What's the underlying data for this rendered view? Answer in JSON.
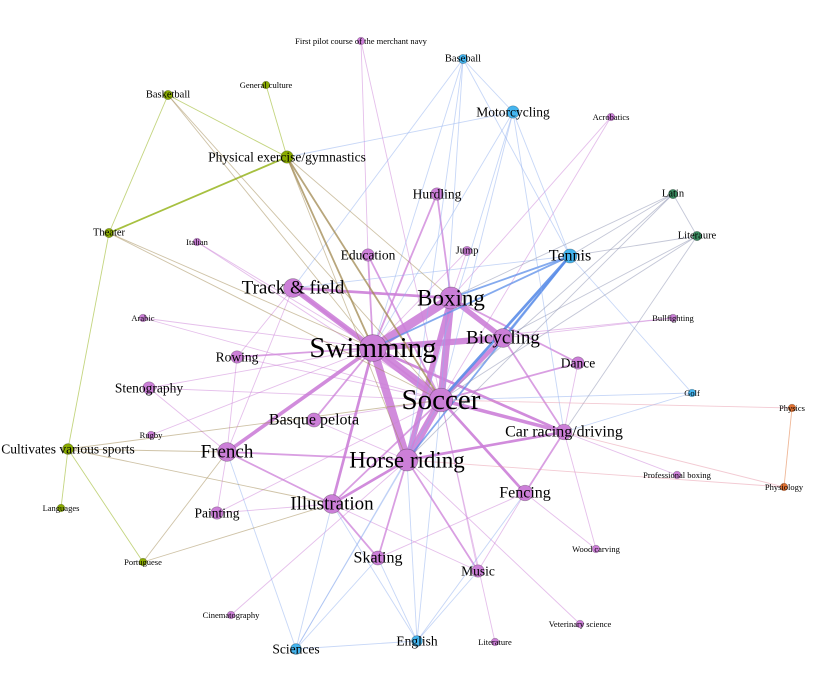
{
  "graph": {
    "groups": {
      "sports": "#cc7fd8",
      "blue": "#45b5ef",
      "olive": "#8aab00",
      "teal": "#3a8a5f",
      "orange": "#e07030"
    },
    "nodes": [
      {
        "id": "pilot",
        "label": "First pilot course of the merchant navy",
        "group": "sports",
        "weight": 1
      },
      {
        "id": "baseball",
        "label": "Baseball",
        "group": "blue",
        "weight": 2
      },
      {
        "id": "genculture",
        "label": "General culture",
        "group": "olive",
        "weight": 1
      },
      {
        "id": "basketball",
        "label": "Basketball",
        "group": "olive",
        "weight": 2
      },
      {
        "id": "motorcycling",
        "label": "Motorcycling",
        "group": "blue",
        "weight": 4
      },
      {
        "id": "acrobatics",
        "label": "Acrobatics",
        "group": "sports",
        "weight": 1
      },
      {
        "id": "physex",
        "label": "Physical exercise/gymnastics",
        "group": "olive",
        "weight": 4
      },
      {
        "id": "hurdling",
        "label": "Hurdling",
        "group": "sports",
        "weight": 4
      },
      {
        "id": "latin",
        "label": "Latin",
        "group": "teal",
        "weight": 2
      },
      {
        "id": "theater",
        "label": "Theater",
        "group": "olive",
        "weight": 2
      },
      {
        "id": "literaure",
        "label": "Literaure",
        "group": "teal",
        "weight": 2
      },
      {
        "id": "italian",
        "label": "Italian",
        "group": "sports",
        "weight": 1
      },
      {
        "id": "education",
        "label": "Education",
        "group": "sports",
        "weight": 4
      },
      {
        "id": "jump",
        "label": "Jump",
        "group": "sports",
        "weight": 2
      },
      {
        "id": "tennis",
        "label": "Tennis",
        "group": "blue",
        "weight": 5
      },
      {
        "id": "track",
        "label": "Track & field",
        "group": "sports",
        "weight": 8
      },
      {
        "id": "boxing",
        "label": "Boxing",
        "group": "sports",
        "weight": 10
      },
      {
        "id": "arabic",
        "label": "Arabic",
        "group": "sports",
        "weight": 1
      },
      {
        "id": "bullfighting",
        "label": "Bullfighting",
        "group": "sports",
        "weight": 1
      },
      {
        "id": "swimming",
        "label": "Swimming",
        "group": "sports",
        "weight": 13
      },
      {
        "id": "bicycling",
        "label": "Bicycling",
        "group": "sports",
        "weight": 8
      },
      {
        "id": "rowing",
        "label": "Rowing",
        "group": "sports",
        "weight": 4
      },
      {
        "id": "dance",
        "label": "Dance",
        "group": "sports",
        "weight": 4
      },
      {
        "id": "stenography",
        "label": "Stenography",
        "group": "sports",
        "weight": 4
      },
      {
        "id": "golf",
        "label": "Golf",
        "group": "blue",
        "weight": 1
      },
      {
        "id": "physics",
        "label": "Physics",
        "group": "orange",
        "weight": 1
      },
      {
        "id": "soccer",
        "label": "Soccer",
        "group": "sports",
        "weight": 11
      },
      {
        "id": "basque",
        "label": "Basque pelota",
        "group": "sports",
        "weight": 5
      },
      {
        "id": "rugby",
        "label": "Rugby",
        "group": "sports",
        "weight": 1
      },
      {
        "id": "carracing",
        "label": "Car racing/driving",
        "group": "sports",
        "weight": 6
      },
      {
        "id": "cultivates",
        "label": "Cultivates various sports",
        "group": "olive",
        "weight": 3
      },
      {
        "id": "french",
        "label": "French",
        "group": "sports",
        "weight": 8
      },
      {
        "id": "horse",
        "label": "Horse riding",
        "group": "sports",
        "weight": 10
      },
      {
        "id": "proboxing",
        "label": "Professional boxing",
        "group": "sports",
        "weight": 1
      },
      {
        "id": "physiology",
        "label": "Physiology",
        "group": "orange",
        "weight": 1
      },
      {
        "id": "illustration",
        "label": "Illustration",
        "group": "sports",
        "weight": 8
      },
      {
        "id": "fencing",
        "label": "Fencing",
        "group": "sports",
        "weight": 6
      },
      {
        "id": "languages",
        "label": "Languages",
        "group": "olive",
        "weight": 1
      },
      {
        "id": "painting",
        "label": "Painting",
        "group": "sports",
        "weight": 4
      },
      {
        "id": "woodcarving",
        "label": "Wood carving",
        "group": "sports",
        "weight": 1
      },
      {
        "id": "skating",
        "label": "Skating",
        "group": "sports",
        "weight": 5
      },
      {
        "id": "portuguese",
        "label": "Portuguese",
        "group": "olive",
        "weight": 1
      },
      {
        "id": "music",
        "label": "Music",
        "group": "sports",
        "weight": 4
      },
      {
        "id": "cinema",
        "label": "Cinematography",
        "group": "sports",
        "weight": 1
      },
      {
        "id": "veterinary",
        "label": "Veterinary science",
        "group": "sports",
        "weight": 1
      },
      {
        "id": "sciences",
        "label": "Sciences",
        "group": "blue",
        "weight": 3
      },
      {
        "id": "english",
        "label": "English",
        "group": "blue",
        "weight": 3
      },
      {
        "id": "literature",
        "label": "Literature",
        "group": "sports",
        "weight": 1
      }
    ],
    "edges": [
      [
        "swimming",
        "boxing",
        10
      ],
      [
        "swimming",
        "soccer",
        10
      ],
      [
        "swimming",
        "horse",
        9
      ],
      [
        "boxing",
        "soccer",
        8
      ],
      [
        "swimming",
        "bicycling",
        7
      ],
      [
        "soccer",
        "horse",
        8
      ],
      [
        "swimming",
        "track",
        6
      ],
      [
        "boxing",
        "bicycling",
        6
      ],
      [
        "soccer",
        "bicycling",
        5
      ],
      [
        "boxing",
        "horse",
        6
      ],
      [
        "swimming",
        "french",
        4
      ],
      [
        "swimming",
        "illustration",
        3
      ],
      [
        "soccer",
        "carracing",
        4
      ],
      [
        "soccer",
        "fencing",
        3
      ],
      [
        "horse",
        "carracing",
        3
      ],
      [
        "swimming",
        "carracing",
        3
      ],
      [
        "track",
        "boxing",
        3
      ],
      [
        "track",
        "soccer",
        2
      ],
      [
        "horse",
        "illustration",
        3
      ],
      [
        "french",
        "horse",
        2
      ],
      [
        "french",
        "illustration",
        2
      ],
      [
        "soccer",
        "illustration",
        2
      ],
      [
        "horse",
        "skating",
        2
      ],
      [
        "horse",
        "music",
        2
      ],
      [
        "soccer",
        "dance",
        2
      ],
      [
        "bicycling",
        "carracing",
        2
      ],
      [
        "boxing",
        "dance",
        2
      ],
      [
        "carracing",
        "fencing",
        2
      ],
      [
        "swimming",
        "rowing",
        2
      ],
      [
        "swimming",
        "basque",
        2
      ],
      [
        "boxing",
        "hurdling",
        2
      ],
      [
        "hurdling",
        "swimming",
        2
      ],
      [
        "education",
        "swimming",
        2
      ],
      [
        "education",
        "soccer",
        2
      ],
      [
        "jump",
        "swimming",
        1
      ],
      [
        "jump",
        "boxing",
        1
      ],
      [
        "illustration",
        "skating",
        2
      ],
      [
        "illustration",
        "painting",
        1
      ],
      [
        "french",
        "painting",
        1
      ],
      [
        "french",
        "rowing",
        1
      ],
      [
        "french",
        "stenography",
        1
      ],
      [
        "basque",
        "soccer",
        1
      ],
      [
        "basque",
        "horse",
        1
      ],
      [
        "rowing",
        "soccer",
        1
      ],
      [
        "track",
        "rowing",
        1
      ],
      [
        "track",
        "french",
        1
      ],
      [
        "stenography",
        "swimming",
        1
      ],
      [
        "stenography",
        "soccer",
        1
      ],
      [
        "italian",
        "swimming",
        1
      ],
      [
        "italian",
        "soccer",
        1
      ],
      [
        "arabic",
        "swimming",
        1
      ],
      [
        "arabic",
        "soccer",
        1
      ],
      [
        "rugby",
        "swimming",
        1
      ],
      [
        "fencing",
        "music",
        1
      ],
      [
        "fencing",
        "woodcarving",
        1
      ],
      [
        "carracing",
        "woodcarving",
        1
      ],
      [
        "carracing",
        "proboxing",
        1
      ],
      [
        "dance",
        "carracing",
        1
      ],
      [
        "bullfighting",
        "swimming",
        1
      ],
      [
        "bullfighting",
        "bicycling",
        1
      ],
      [
        "acrobatics",
        "soccer",
        1
      ],
      [
        "acrobatics",
        "boxing",
        1
      ],
      [
        "pilot",
        "education",
        1
      ],
      [
        "pilot",
        "soccer",
        1
      ],
      [
        "cinema",
        "horse",
        1
      ],
      [
        "veterinary",
        "horse",
        1
      ],
      [
        "literature",
        "soccer",
        1
      ],
      [
        "music",
        "illustration",
        1
      ],
      [
        "skating",
        "fencing",
        1
      ],
      [
        "music",
        "soccer",
        1
      ],
      [
        "painting",
        "soccer",
        1
      ],
      [
        "tennis",
        "soccer",
        3
      ],
      [
        "tennis",
        "boxing",
        2
      ],
      [
        "tennis",
        "horse",
        2
      ],
      [
        "tennis",
        "swimming",
        2
      ],
      [
        "tennis",
        "track",
        1
      ],
      [
        "tennis",
        "bicycling",
        2
      ],
      [
        "motorcycling",
        "baseball",
        1
      ],
      [
        "baseball",
        "tennis",
        1
      ],
      [
        "motorcycling",
        "tennis",
        1
      ],
      [
        "motorcycling",
        "soccer",
        1
      ],
      [
        "motorcycling",
        "horse",
        1
      ],
      [
        "motorcycling",
        "swimming",
        1
      ],
      [
        "motorcycling",
        "carracing",
        1
      ],
      [
        "baseball",
        "swimming",
        1
      ],
      [
        "baseball",
        "soccer",
        1
      ],
      [
        "baseball",
        "horse",
        1
      ],
      [
        "baseball",
        "track",
        1
      ],
      [
        "tennis",
        "golf",
        1
      ],
      [
        "golf",
        "carracing",
        1
      ],
      [
        "golf",
        "soccer",
        1
      ],
      [
        "sciences",
        "english",
        1
      ],
      [
        "sciences",
        "french",
        1
      ],
      [
        "sciences",
        "illustration",
        1
      ],
      [
        "sciences",
        "skating",
        1
      ],
      [
        "sciences",
        "horse",
        1
      ],
      [
        "sciences",
        "soccer",
        1
      ],
      [
        "english",
        "skating",
        1
      ],
      [
        "english",
        "horse",
        1
      ],
      [
        "english",
        "illustration",
        1
      ],
      [
        "english",
        "soccer",
        1
      ],
      [
        "english",
        "music",
        1
      ],
      [
        "english",
        "fencing",
        1
      ],
      [
        "physex",
        "basketball",
        1
      ],
      [
        "physex",
        "genculture",
        1
      ],
      [
        "physex",
        "theater",
        2
      ],
      [
        "physex",
        "swimming",
        2
      ],
      [
        "physex",
        "soccer",
        2
      ],
      [
        "physex",
        "horse",
        1
      ],
      [
        "physex",
        "boxing",
        1
      ],
      [
        "physex",
        "motorcycling",
        1
      ],
      [
        "basketball",
        "theater",
        1
      ],
      [
        "basketball",
        "swimming",
        1
      ],
      [
        "basketball",
        "soccer",
        1
      ],
      [
        "theater",
        "cultivates",
        1
      ],
      [
        "theater",
        "swimming",
        1
      ],
      [
        "theater",
        "soccer",
        1
      ],
      [
        "cultivates",
        "languages",
        1
      ],
      [
        "cultivates",
        "portuguese",
        1
      ],
      [
        "cultivates",
        "french",
        1
      ],
      [
        "cultivates",
        "illustration",
        1
      ],
      [
        "cultivates",
        "soccer",
        1
      ],
      [
        "portuguese",
        "french",
        1
      ],
      [
        "portuguese",
        "illustration",
        1
      ],
      [
        "latin",
        "literaure",
        1
      ],
      [
        "latin",
        "tennis",
        1
      ],
      [
        "latin",
        "boxing",
        1
      ],
      [
        "latin",
        "soccer",
        1
      ],
      [
        "latin",
        "horse",
        1
      ],
      [
        "literaure",
        "tennis",
        1
      ],
      [
        "literaure",
        "bicycling",
        1
      ],
      [
        "literaure",
        "soccer",
        1
      ],
      [
        "literaure",
        "carracing",
        1
      ],
      [
        "physics",
        "physiology",
        1
      ],
      [
        "physics",
        "soccer",
        1
      ],
      [
        "physiology",
        "carracing",
        1
      ],
      [
        "physiology",
        "horse",
        1
      ]
    ]
  }
}
